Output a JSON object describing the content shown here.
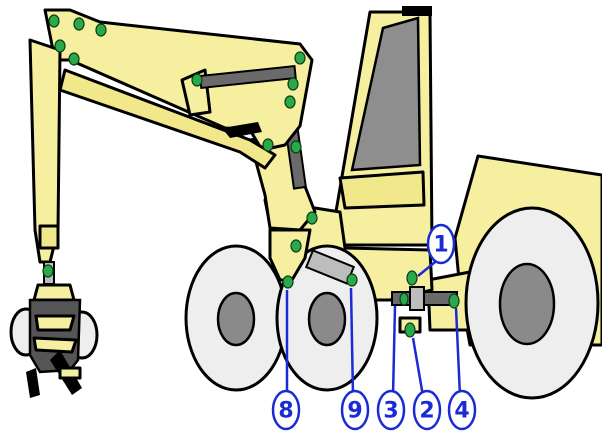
{
  "callouts": [
    {
      "id": "1",
      "label": "1"
    },
    {
      "id": "8",
      "label": "8"
    },
    {
      "id": "9",
      "label": "9"
    },
    {
      "id": "3",
      "label": "3"
    },
    {
      "id": "2",
      "label": "2"
    },
    {
      "id": "4",
      "label": "4"
    }
  ],
  "colors": {
    "body_yellow": "#f5ef9f",
    "outline": "#000000",
    "pin_green": "#2aa84a",
    "callout_blue": "#1a2bd6",
    "glass_gray": "#8e8e8e",
    "hub_gray": "#8a8a8a"
  }
}
